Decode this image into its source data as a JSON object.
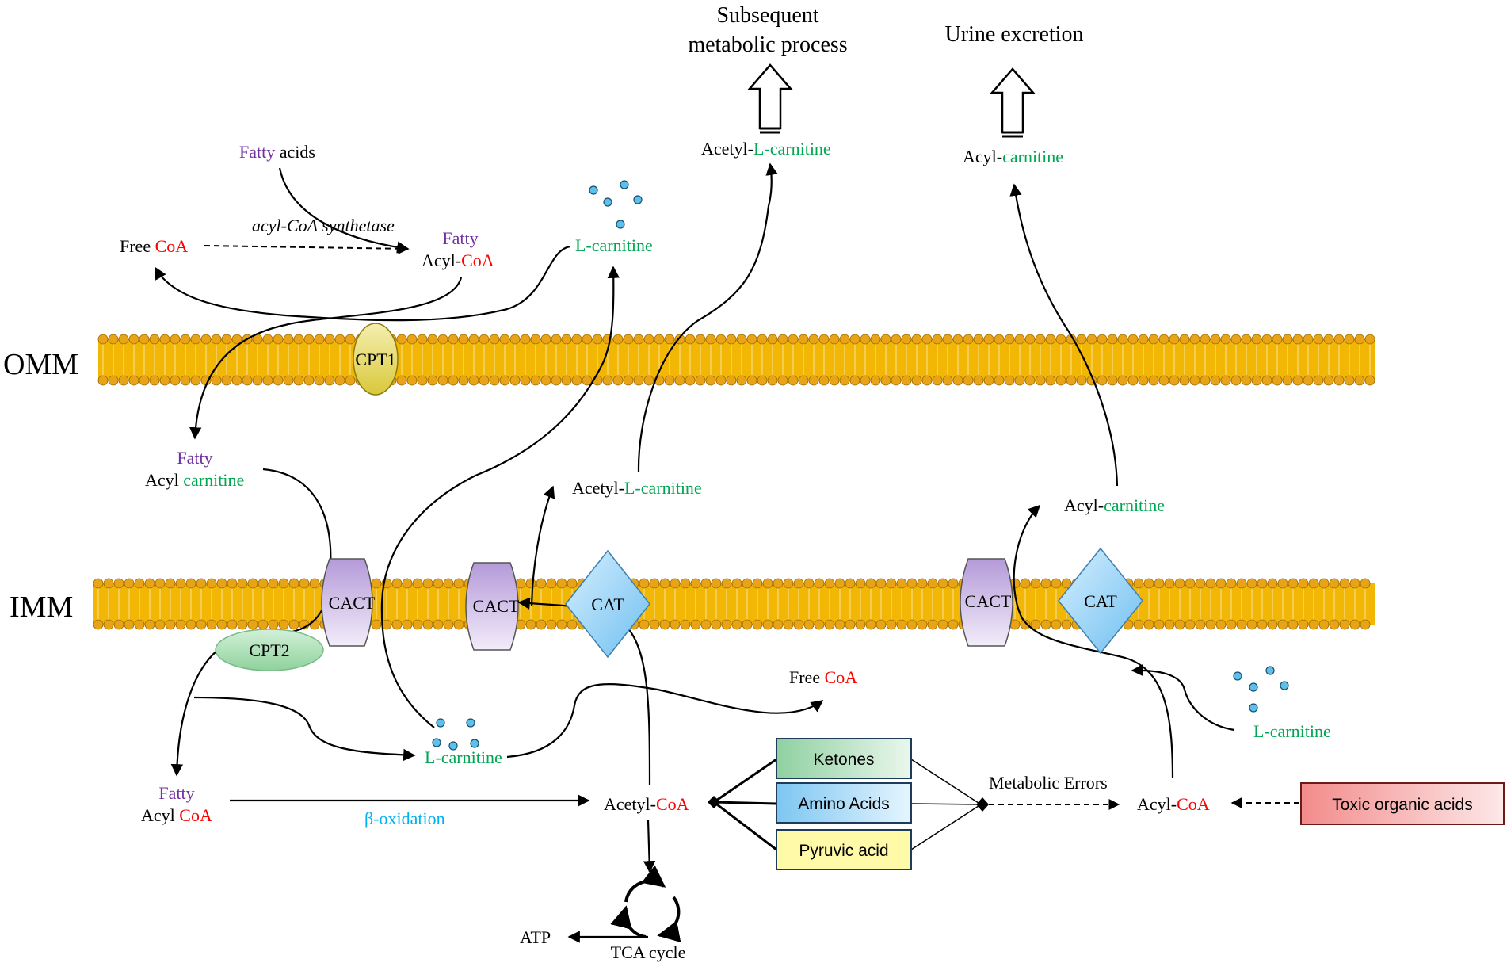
{
  "colors": {
    "fatty": "#7030a0",
    "coa": "#ff0000",
    "carnitine": "#00a651",
    "beta": "#00b0f0",
    "black": "#000000",
    "membrane": "#f2b705",
    "bead": "#e8a317",
    "cact_fill": "#c9b3e6",
    "cat_fill": "#a9d8f8",
    "cpt1_fill": "#e8dd6a",
    "cpt2_fill": "#a8dfb0",
    "ketones_fill": "#b7e1c0",
    "amino_fill": "#a9d8f8",
    "pyruvic_fill": "#fffaa8",
    "toxic_fill": "#f8b4b4",
    "dot_fill": "#5bc0eb"
  },
  "header": {
    "subsequent_line1": "Subsequent",
    "subsequent_line2": "metabolic process",
    "urine": "Urine excretion"
  },
  "membranes": {
    "omm": "OMM",
    "imm": "IMM"
  },
  "proteins": {
    "cpt1": "CPT1",
    "cpt2": "CPT2",
    "cact": "CACT",
    "cat": "CAT"
  },
  "labels": {
    "fatty_acids": {
      "a": "Fatty",
      "b": " acids"
    },
    "acyl_coa_synthetase": "acyl-CoA synthetase",
    "free_coa_top": {
      "a": "Free ",
      "b": "CoA"
    },
    "fatty_acyl_coa_top": {
      "line1": "Fatty",
      "a": "Acyl-",
      "b": "CoA"
    },
    "l_carnitine_top": "L-carnitine",
    "acetyl_l_carnitine_top": {
      "a": "Acetyl-",
      "b": "L-carnitine"
    },
    "acyl_carnitine_top": {
      "a": "Acyl-",
      "b": "carnitine"
    },
    "fatty_acyl_carnitine": {
      "line1": "Fatty",
      "a": "Acyl ",
      "b": "carnitine"
    },
    "acetyl_l_carnitine_mid": {
      "a": "Acetyl-",
      "b": "L-carnitine"
    },
    "acyl_carnitine_mid": {
      "a": "Acyl-",
      "b": "carnitine"
    },
    "free_coa_bottom": {
      "a": "Free ",
      "b": "CoA"
    },
    "l_carnitine_bottom": "L-carnitine",
    "l_carnitine_right": "L-carnitine",
    "fatty_acyl_coa_bottom": {
      "line1": "Fatty",
      "a": "Acyl ",
      "b": "CoA"
    },
    "beta_oxidation": "β-oxidation",
    "acetyl_coa": {
      "a": "Acetyl-",
      "b": "CoA"
    },
    "metabolic_errors": "Metabolic Errors",
    "acyl_coa_right": {
      "a": "Acyl-",
      "b": "CoA"
    },
    "atp": "ATP",
    "tca_cycle": "TCA cycle"
  },
  "boxes": {
    "ketones": "Ketones",
    "amino_acids": "Amino Acids",
    "pyruvic_acid": "Pyruvic acid",
    "toxic": "Toxic organic acids"
  }
}
